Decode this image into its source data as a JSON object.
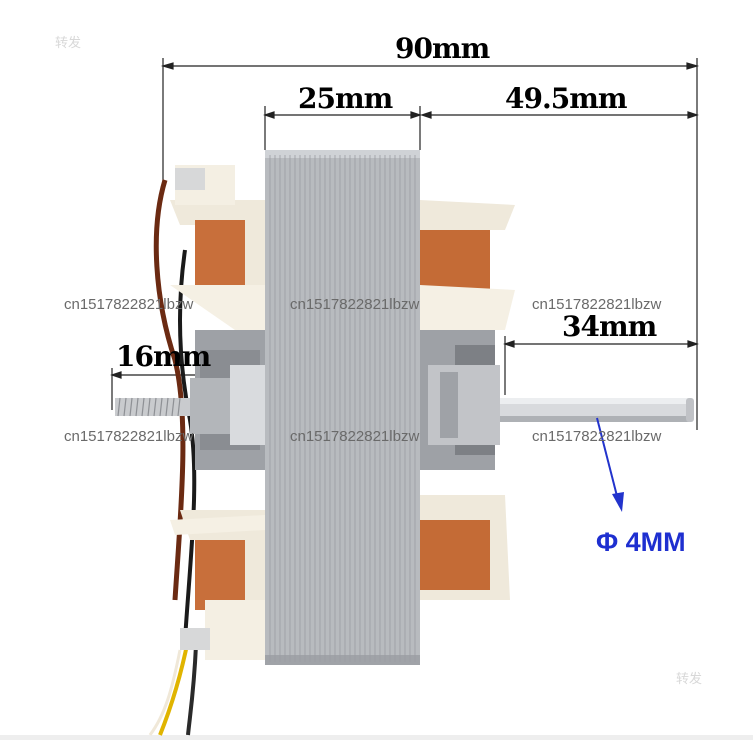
{
  "photo": {
    "subject": "Fan motor",
    "colors": {
      "background": "#ffffff",
      "lamination": "#b9bcc0",
      "lamination_dark": "#8d9095",
      "bobbin": "#f3eee2",
      "copper": "#c7703e",
      "shaft": "#d4d6d9",
      "arrow": "#2233cc"
    }
  },
  "dimensions": {
    "overall_width": "90mm",
    "core_width": "25mm",
    "side_width": "49.5mm",
    "shaft_length": "34mm",
    "screw_length": "16mm",
    "shaft_diameter": "Φ 4MM"
  },
  "watermark": {
    "text": "cn1517822821lbzw",
    "corner_text": "转发"
  }
}
